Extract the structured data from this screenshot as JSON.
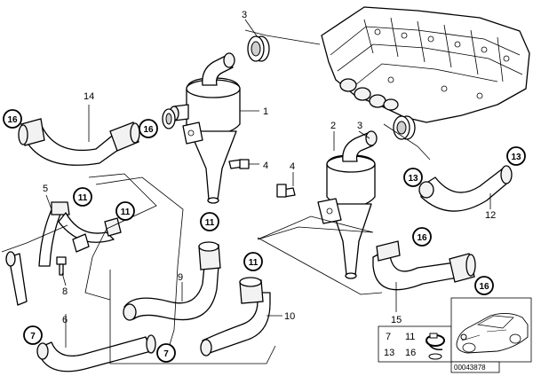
{
  "part_labels": {
    "p1": "1",
    "p2": "2",
    "p3a": "3",
    "p3b": "3",
    "p4a": "4",
    "p4b": "4",
    "p5": "5",
    "p6": "6",
    "p8": "8",
    "p9": "9",
    "p10": "10",
    "p12": "12",
    "p14": "14",
    "p15": "15"
  },
  "callouts": {
    "c16a": "16",
    "c16b": "16",
    "c16c": "16",
    "c16d": "16",
    "c13a": "13",
    "c13b": "13",
    "c11a": "11",
    "c11b": "11",
    "c11c": "11",
    "c11d": "11",
    "c7a": "7",
    "c7b": "7"
  },
  "legend": {
    "r1c1": "7",
    "r1c2": "11",
    "r2c1": "13",
    "r2c2": "16"
  },
  "reference_number": "00043878"
}
